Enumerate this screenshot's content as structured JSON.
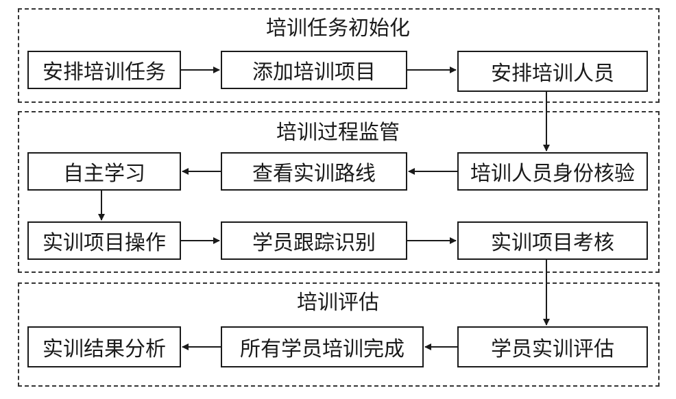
{
  "sections": [
    {
      "title": "培训任务初始化"
    },
    {
      "title": "培训过程监管"
    },
    {
      "title": "培训评估"
    }
  ],
  "nodes": {
    "arrange_task": "安排培训任务",
    "add_project": "添加培训项目",
    "arrange_staff": "安排培训人员",
    "self_study": "自主学习",
    "view_route": "查看实训路线",
    "verify_identity": "培训人员身份核验",
    "project_operation": "实训项目操作",
    "trainee_tracking": "学员跟踪识别",
    "project_assessment": "实训项目考核",
    "result_analysis": "实训结果分析",
    "all_complete": "所有学员培训完成",
    "trainee_evaluation": "学员实训评估"
  },
  "colors": {
    "line": "#1a1a1a",
    "dashed_border": "#333333"
  }
}
